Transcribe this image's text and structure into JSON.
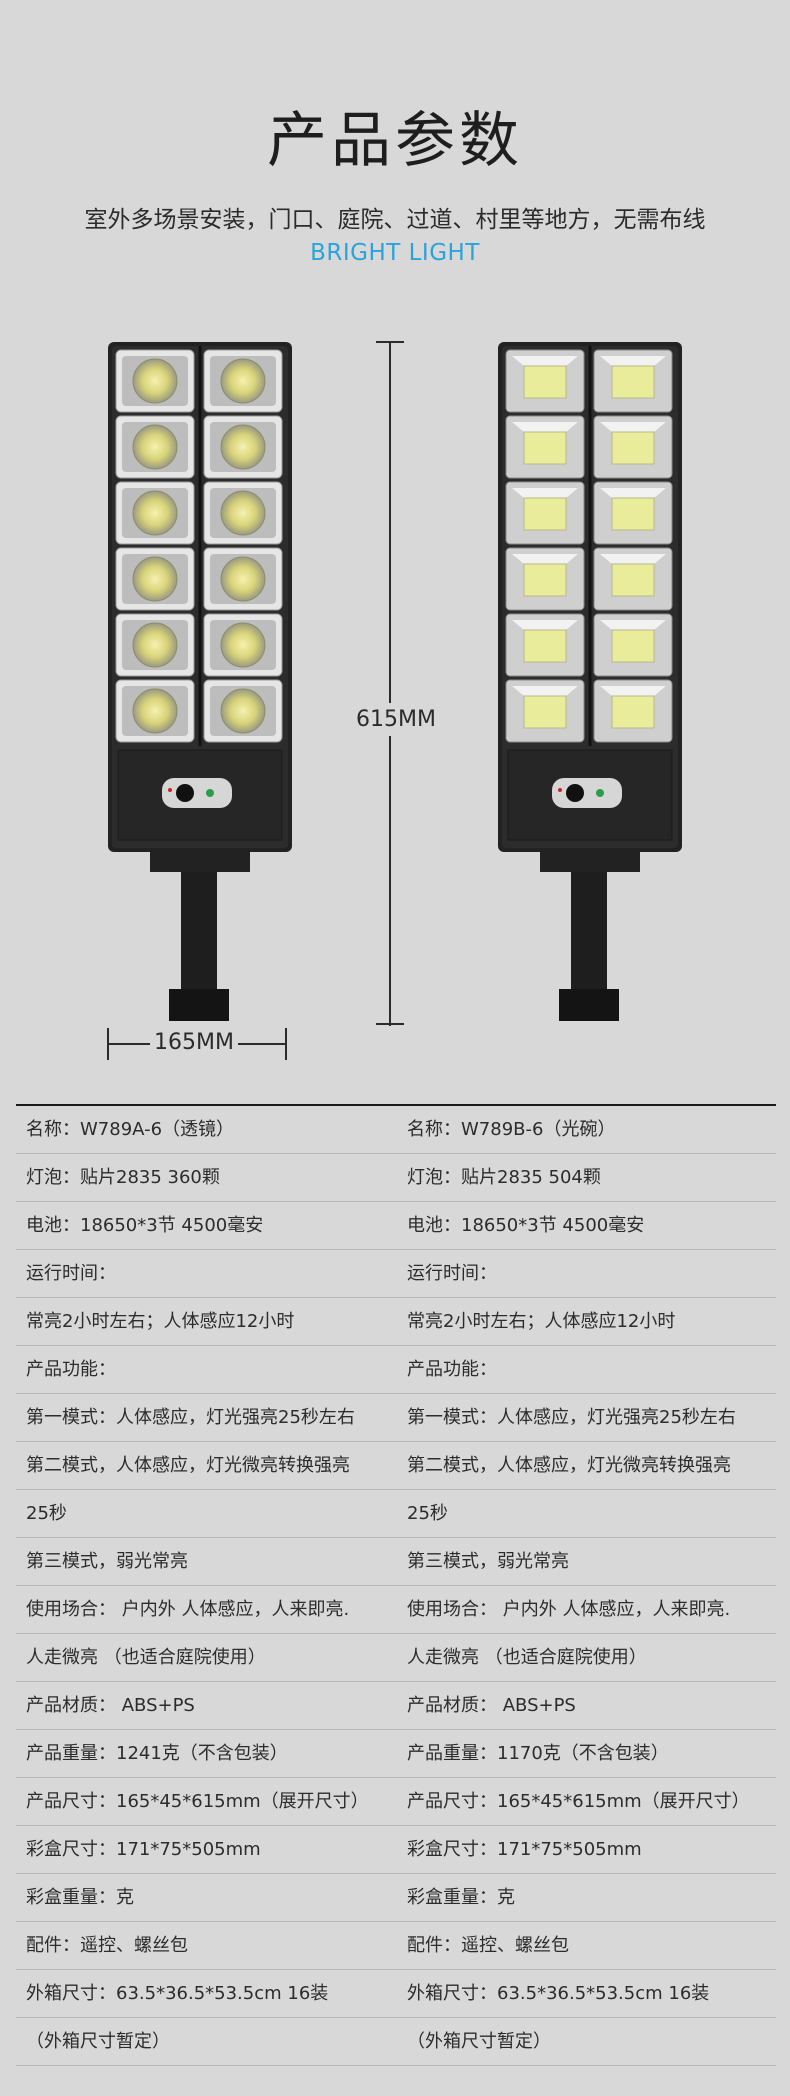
{
  "header": {
    "title": "产品参数",
    "subtitle": "室外多场景安装，门口、庭院、过道、村里等地方，无需布线",
    "subtitle_en": "BRIGHT LIGHT"
  },
  "dimensions": {
    "height_label": "615MM",
    "width_label": "165MM"
  },
  "specs": {
    "rows": [
      {
        "left": "名称：W789A-6（透镜）",
        "right": "名称：W789B-6（光碗）"
      },
      {
        "left": "灯泡：贴片2835  360颗",
        "right": "灯泡：贴片2835  504颗"
      },
      {
        "left": "电池：18650*3节  4500毫安",
        "right": "电池：18650*3节  4500毫安"
      },
      {
        "left": "运行时间：",
        "right": "运行时间："
      },
      {
        "left": "常亮2小时左右；人体感应12小时",
        "right": "常亮2小时左右；人体感应12小时"
      },
      {
        "left": "产品功能：",
        "right": "产品功能："
      },
      {
        "left": "第一模式：人体感应，灯光强亮25秒左右",
        "right": "第一模式：人体感应，灯光强亮25秒左右"
      },
      {
        "left": "第二模式，人体感应，灯光微亮转换强亮",
        "right": "第二模式，人体感应，灯光微亮转换强亮"
      },
      {
        "left": "25秒",
        "right": "25秒"
      },
      {
        "left": "第三模式，弱光常亮",
        "right": "第三模式，弱光常亮"
      },
      {
        "left": "使用场合： 户内外  人体感应，人来即亮.",
        "right": "使用场合： 户内外  人体感应，人来即亮."
      },
      {
        "left": "人走微亮  （也适合庭院使用）",
        "right": "人走微亮  （也适合庭院使用）"
      },
      {
        "left": "产品材质： ABS+PS",
        "right": "产品材质： ABS+PS"
      },
      {
        "left": "产品重量：1241克（不含包装）",
        "right": "产品重量：1170克（不含包装）"
      },
      {
        "left": "产品尺寸：165*45*615mm（展开尺寸）",
        "right": "产品尺寸：165*45*615mm（展开尺寸）"
      },
      {
        "left": "彩盒尺寸：171*75*505mm",
        "right": "彩盒尺寸：171*75*505mm"
      },
      {
        "left": "彩盒重量：克",
        "right": "彩盒重量：克"
      },
      {
        "left": "配件：遥控、螺丝包",
        "right": "配件：遥控、螺丝包"
      },
      {
        "left": "外箱尺寸：63.5*36.5*53.5cm 16装",
        "right": "外箱尺寸：63.5*36.5*53.5cm 16装"
      },
      {
        "left": "（外箱尺寸暂定）",
        "right": "（外箱尺寸暂定）"
      }
    ]
  },
  "colors": {
    "accent": "#2aa3dd",
    "background": "#d8d8d8"
  }
}
